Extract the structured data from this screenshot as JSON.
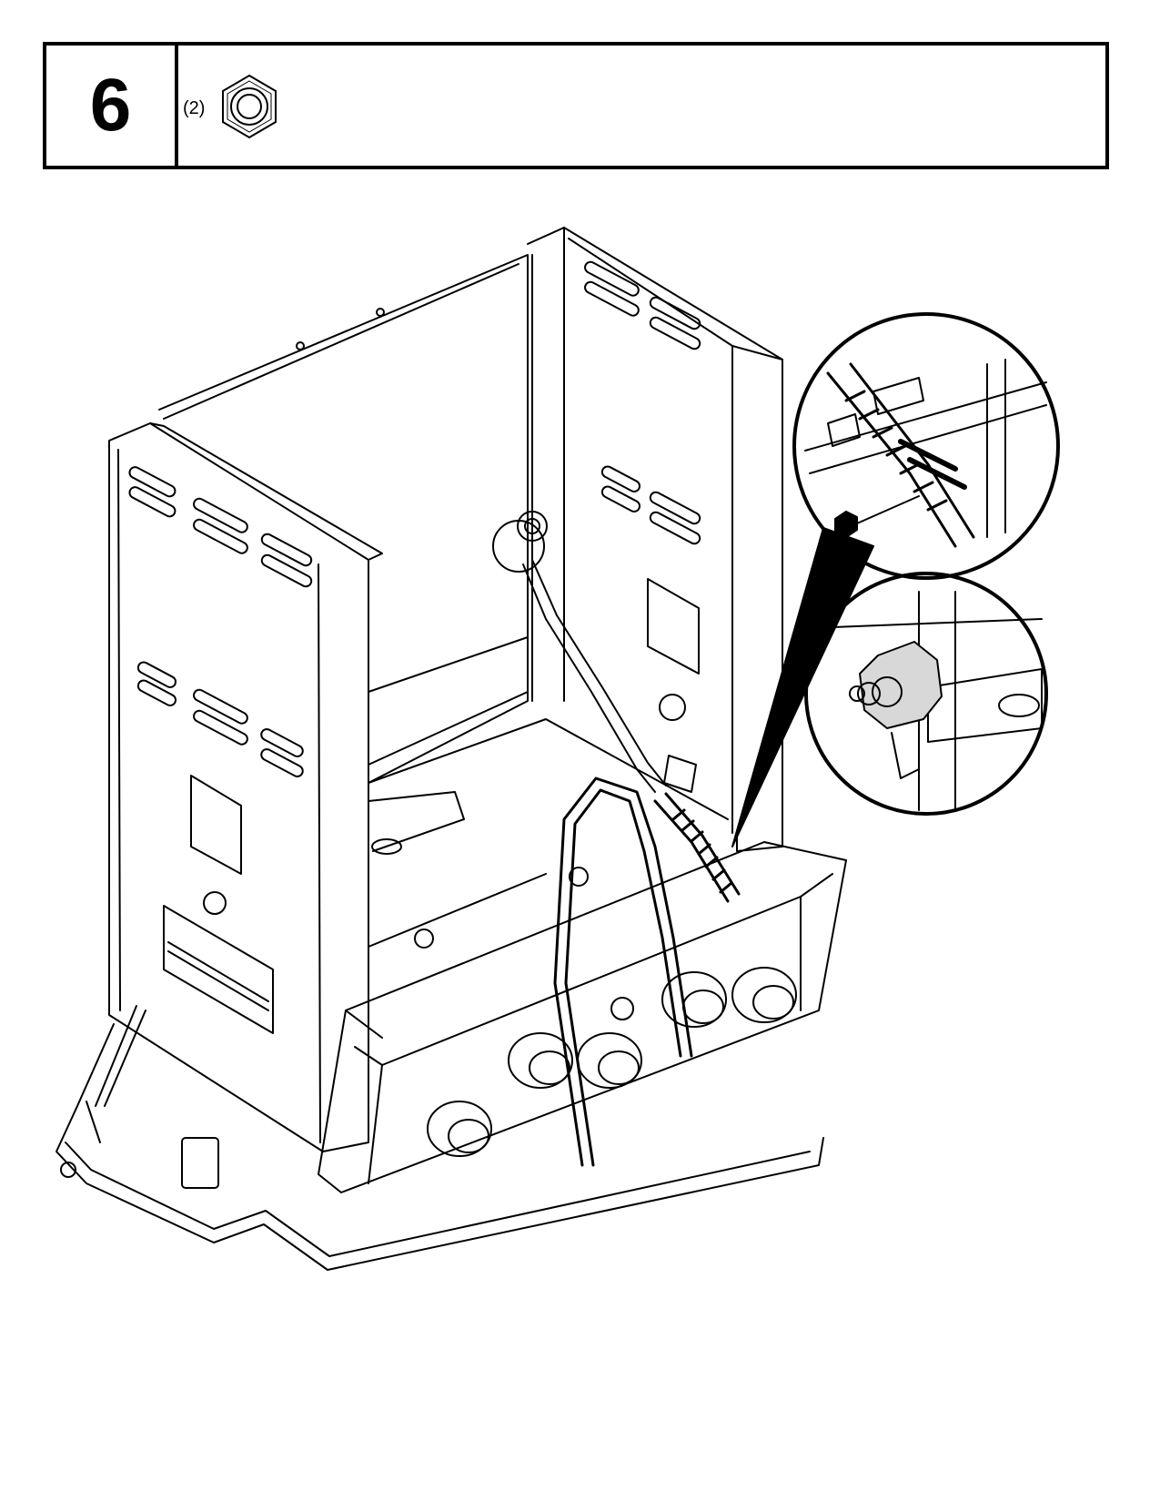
{
  "step": {
    "number": "6"
  },
  "parts": [
    {
      "quantity": "(2)",
      "icon": "hex-nut-icon"
    }
  ],
  "illustration": {
    "subject": "grill-cart-frame-assembly",
    "callouts": [
      "regulator-hose-connection-detail",
      "hex-nut-fitting-detail"
    ]
  }
}
